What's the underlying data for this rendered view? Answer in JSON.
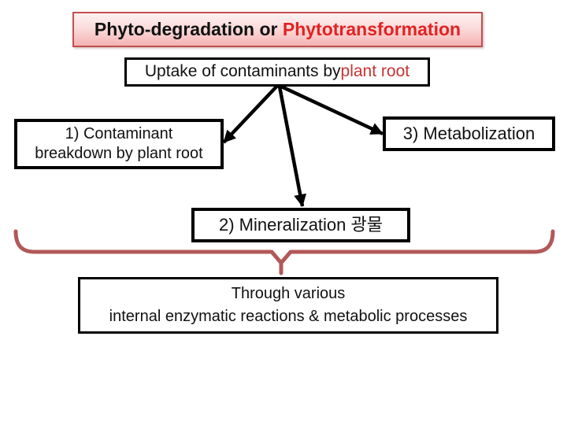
{
  "slide": {
    "title": {
      "prefix": "Phyto-degradation or ",
      "highlight": "Phytotransformation"
    },
    "uptake_box": {
      "prefix": "Uptake of contaminants by ",
      "highlight": "plant root"
    },
    "branch_boxes": {
      "contaminant": {
        "line1": "1) Contaminant",
        "line2": "breakdown by plant root"
      },
      "metabolization": {
        "label": "3) Metabolization"
      },
      "mineralization": {
        "label": "2) Mineralization 광물"
      }
    },
    "summary_box": {
      "line1": "Through various",
      "line2": "internal enzymatic reactions & metabolic processes"
    }
  },
  "colors": {
    "title_text_red": "#e32222",
    "body_text_red": "#c93333",
    "text_black": "#111111",
    "title_border": "#c0504d",
    "title_bg_top": "#fdf1f1",
    "title_bg_bottom": "#f5b2b2",
    "box_border": "#000000",
    "arrow": "#000000",
    "brace": "#b25858",
    "background": "#ffffff"
  }
}
